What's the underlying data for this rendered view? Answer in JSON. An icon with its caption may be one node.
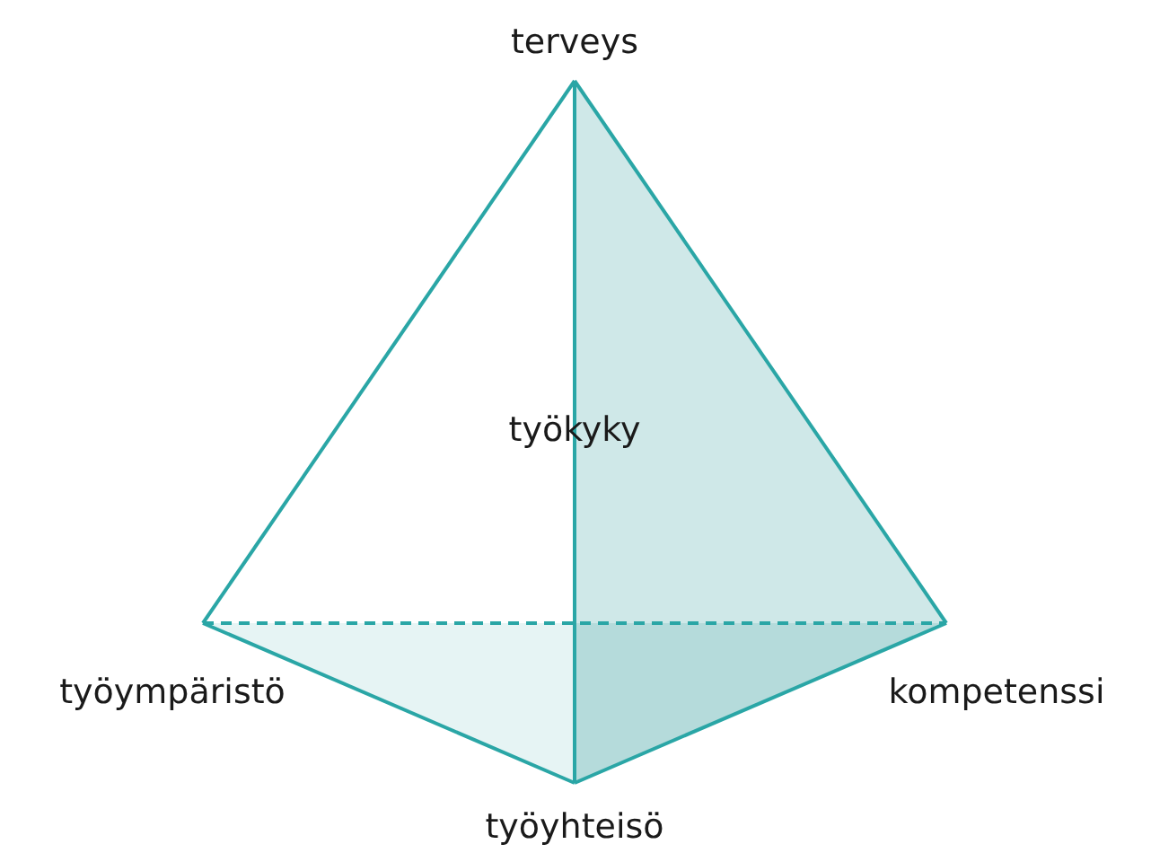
{
  "diagram": {
    "labels": [
      "terveys",
      "työkyky",
      "työympäristö",
      "kompetenssi",
      "työyhteisö"
    ]
  }
}
